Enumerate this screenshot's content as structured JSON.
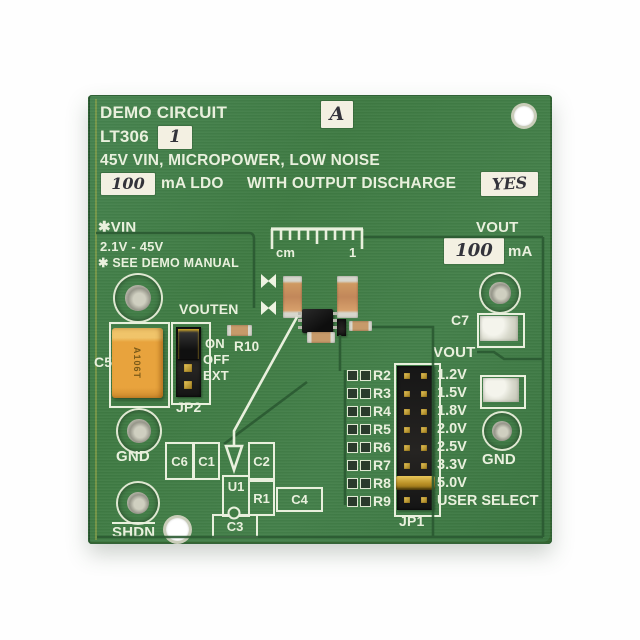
{
  "header": {
    "title": "DEMO CIRCUIT",
    "model": "LT306",
    "model_hand": "1",
    "rev_hand": "A",
    "subtitle": "45V VIN, MICROPOWER, LOW NOISE",
    "current_hand": "100",
    "ldo_text": "mA LDO",
    "discharge_text": "WITH OUTPUT DISCHARGE",
    "discharge_hand": "YES"
  },
  "vin": {
    "star": "✱",
    "label": "VIN",
    "range": "2.1V - 45V",
    "note": "✱ SEE DEMO MANUAL"
  },
  "ruler": {
    "unit": "cm",
    "mark": "1"
  },
  "vout": {
    "label": "VOUT",
    "value_hand": "100",
    "unit": "mA",
    "cap_label": "C7",
    "label2": "VOUT",
    "gnd_label": "GND"
  },
  "left": {
    "cap_label": "C5",
    "cap_marking": "A106T",
    "gnd_label": "GND",
    "shdn_label": "SHDN"
  },
  "jp2": {
    "title": "VOUTEN",
    "options": [
      "ON",
      "OFF",
      "EXT"
    ],
    "label": "JP2",
    "selected": "ON",
    "resistor_label": "R10"
  },
  "footprints": {
    "c6": "C6",
    "c1": "C1",
    "c2": "C2",
    "u1": "U1",
    "r1": "R1",
    "c4": "C4",
    "c3": "C3"
  },
  "jp1": {
    "title": "VOUT",
    "label": "JP1",
    "selected": "5.0V",
    "rows": [
      {
        "r": "R2",
        "v": "1.2V"
      },
      {
        "r": "R3",
        "v": "1.5V"
      },
      {
        "r": "R4",
        "v": "1.8V"
      },
      {
        "r": "R5",
        "v": "2.0V"
      },
      {
        "r": "R6",
        "v": "2.5V"
      },
      {
        "r": "R7",
        "v": "3.3V"
      },
      {
        "r": "R8",
        "v": "5.0V"
      },
      {
        "r": "R9",
        "v": "USER SELECT"
      }
    ]
  },
  "colors": {
    "board": "#417c44",
    "trace": "#2b5a32",
    "silkscreen": "#e9f0dd",
    "label_box": "#f3f0e2",
    "handwriting": "#33333b",
    "tantalum": "#e8a33d",
    "gold": "#c9a227"
  }
}
